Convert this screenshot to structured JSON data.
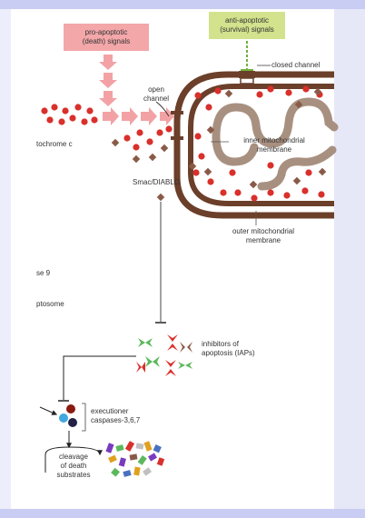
{
  "labels": {
    "pro_apoptotic": "pro-apoptotic\n(death) signals",
    "anti_apoptotic": "anti-apoptotic\n(survival) signals",
    "closed_channel": "closed channel",
    "open_channel": "open\nchannel",
    "cytochrome_c": "tochrome c",
    "inner_membrane": "inner mitochondrial\nmembrane",
    "smac": "Smac/DIABLO",
    "outer_membrane": "outer mitochondrial\nmembrane",
    "caspase9": "se 9",
    "apoptosome": "ptosome",
    "iaps": "inhibitors of\napoptosis (IAPs)",
    "executioner": "executioner\ncaspases-3,6,7",
    "cleavage": "cleavage\nof death\nsubstrates"
  },
  "colors": {
    "membrane": "#6b3f2a",
    "inner_membrane": "#a89080",
    "pro_box": "#f3a7a9",
    "anti_box": "#d2e28d",
    "arrow_pink": "#f2a2a5",
    "inhibitor_green": "#5cb85c",
    "red_dot": "#d9302b",
    "brown_dot": "#8a5a48",
    "header_band": "#c9cdf3"
  }
}
